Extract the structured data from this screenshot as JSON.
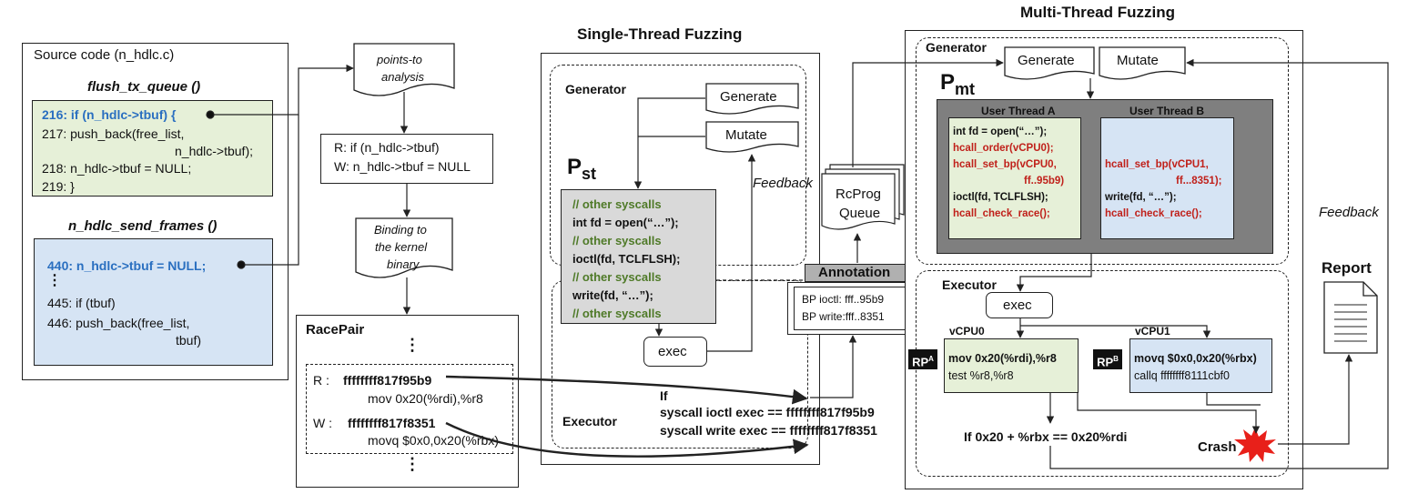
{
  "source_code": {
    "title": "Source code (n_hdlc.c)",
    "func1": "flush_tx_queue ()",
    "l216": "216:  if (n_hdlc->tbuf) {",
    "l217a": "217:        push_back(free_list,",
    "l217b": "n_hdlc->tbuf);",
    "l218": "218:        n_hdlc->tbuf = NULL;",
    "l219": "219:  }",
    "func2": "n_hdlc_send_frames ()",
    "l440": "440:       n_hdlc->tbuf = NULL;",
    "dots": "⋮",
    "l445": "445: if (tbuf)",
    "l446a": "446:        push_back(free_list,",
    "l446b": "tbuf)"
  },
  "analysis": {
    "points_to": "points-to analysis",
    "points_to_l1": "points-to",
    "points_to_l2": "analysis",
    "rw_r": "R:  if (n_hdlc->tbuf)",
    "rw_w": "W:  n_hdlc->tbuf = NULL",
    "binding_l1": "Binding to",
    "binding_l2": "the kernel",
    "binding_l3": "binary"
  },
  "racepair": {
    "title": "RacePair",
    "dots": "⋮",
    "r_label": "R :",
    "r_addr": "ffffffff817f95b9",
    "r_instr": "mov    0x20(%rdi),%r8",
    "w_label": "W :",
    "w_addr": "ffffffff817f8351",
    "w_instr": "movq  $0x0,0x20(%rbx)"
  },
  "single": {
    "title": "Single-Thread Fuzzing",
    "generator": "Generator",
    "generate": "Generate",
    "mutate": "Mutate",
    "p_base": "P",
    "p_sub": "st",
    "feedback": "Feedback",
    "code": [
      "// other syscalls",
      "int fd = open(“…”);",
      "// other syscalls",
      "ioctl(fd, TCLFLSH);",
      "// other syscalls",
      "write(fd, “…”);",
      "// other syscalls"
    ],
    "exec": "exec",
    "executor": "Executor",
    "if": "If",
    "cond1": "syscall ioctl  exec == ffffffff817f95b9",
    "cond2": "syscall write exec == ffffffff817f8351"
  },
  "middle": {
    "rcprog_l1": "RcProg",
    "rcprog_l2": "Queue",
    "annotation": "Annotation",
    "bp1": "BP ioctl: fff..95b9",
    "bp2": "BP write:fff..8351"
  },
  "multi": {
    "title": "Multi-Thread Fuzzing",
    "generator": "Generator",
    "generate": "Generate",
    "mutate": "Mutate",
    "p_base": "P",
    "p_sub": "mt",
    "thread_a": "User Thread A",
    "thread_b": "User Thread B",
    "a_code": [
      "int fd = open(“…”);",
      "hcall_order(vCPU0);",
      "hcall_set_bp(vCPU0,",
      "ff..95b9)",
      "ioctl(fd, TCLFLSH);",
      "hcall_check_race();"
    ],
    "b_code": [
      "hcall_set_bp(vCPU1,",
      "ff...8351);",
      "write(fd, “…”);",
      "hcall_check_race();"
    ],
    "executor": "Executor",
    "exec": "exec",
    "vcpu0": "vCPU0",
    "vcpu1": "vCPU1",
    "rpa": "RP",
    "rpa_sup": "A",
    "rpb": "RP",
    "rpb_sup": "B",
    "v0_l1": "mov    0x20(%rdi),%r8",
    "v0_l2": "test  %r8,%r8",
    "v1_l1": "movq   $0x0,0x20(%rbx)",
    "v1_l2": "callq  ffffffff8111cbf0",
    "if_cond": "If  0x20 + %rbx == 0x20%rdi",
    "crash": "Crash",
    "feedback": "Feedback",
    "report": "Report"
  },
  "colors": {
    "green_fill": "#e6f0d8",
    "blue_fill": "#d6e4f4",
    "gray_fill": "#d9d9d9",
    "dark_gray": "#7f7f7f",
    "code_blue": "#2a6fc0",
    "code_red": "#c0201a",
    "code_green": "#4f7a28",
    "crash_red": "#e8201a"
  }
}
